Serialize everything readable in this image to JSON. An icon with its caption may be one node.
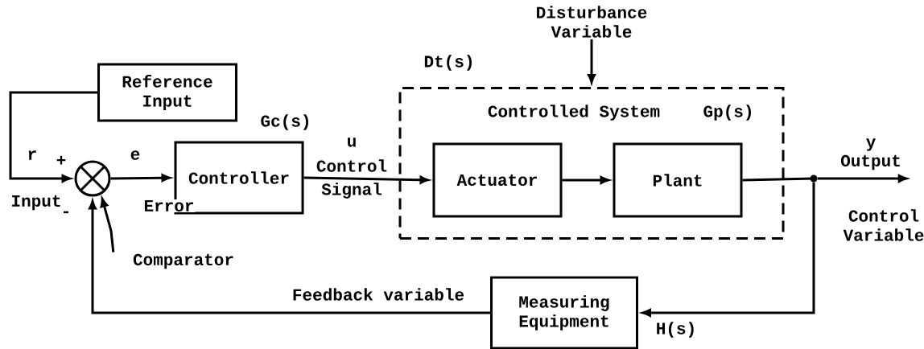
{
  "diagram": {
    "nodes": [
      {
        "text": [
          "Reference Input"
        ]
      },
      {
        "text": [],
        "shape": "circle"
      },
      {
        "text": [
          "Controller"
        ],
        "beside": [
          "Gc(s)"
        ]
      },
      {
        "text": [
          "Controlled System",
          "Gp(s)"
        ],
        "beside": [
          "Dt(s)"
        ]
      },
      {
        "text": [
          "Actuator"
        ],
        "in": 3
      },
      {
        "text": [
          "Plant"
        ],
        "in": 3
      },
      {
        "text": [
          "Measuring Equipment"
        ],
        "beside": [
          "H(s)"
        ]
      },
      {
        "text": [],
        "shape": "circle"
      },
      {
        "text": [
          "Disturbance Variable"
        ]
      },
      {
        "text": [
          "Comparator"
        ]
      },
      {
        "text": [
          "Output"
        ]
      }
    ],
    "edges": [
      {
        "from": 0,
        "to": 1,
        "arrow": "to"
      },
      {
        "from": 1,
        "to": 2,
        "arrow": "to",
        "label": "e"
      },
      {
        "from": 2,
        "to": 4,
        "arrow": "to",
        "label": "u"
      },
      {
        "from": 4,
        "to": 5,
        "arrow": "to"
      },
      {
        "from": 5,
        "to": 7,
        "arrow": "none"
      },
      {
        "from": 7,
        "to": 10,
        "arrow": "to",
        "label": "y"
      },
      {
        "from": 7,
        "to": 6,
        "arrow": "to"
      },
      {
        "from": 6,
        "to": 1,
        "arrow": "to",
        "label": "Feedback variable"
      },
      {
        "from": 8,
        "to": 3,
        "arrow": "to"
      },
      {
        "from": 9,
        "to": 1,
        "arrow": "to"
      }
    ],
    "labels": [
      "r",
      "+",
      "Input",
      "-",
      "Error",
      "Control",
      "Signal",
      "Control Variable"
    ]
  }
}
